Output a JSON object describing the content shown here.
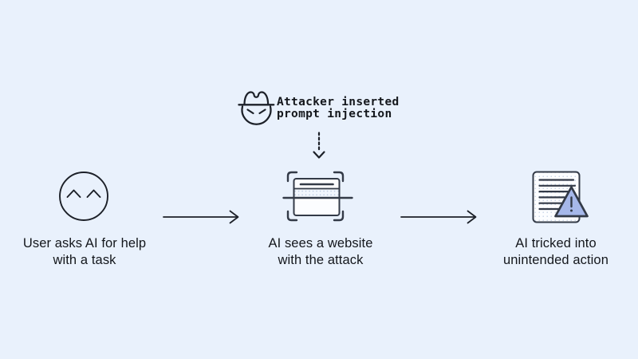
{
  "diagram": {
    "title_semantics": "prompt-injection-flow",
    "attacker": {
      "icon": "spy-hat-face-icon",
      "label": "Attacker inserted\nprompt injection",
      "connector": "dotted-arrow-down"
    },
    "steps": [
      {
        "icon": "smiley-face-icon",
        "label": "User asks AI for help\nwith a task"
      },
      {
        "icon": "website-scan-icon",
        "label": "AI sees a website\nwith the attack"
      },
      {
        "icon": "document-warning-icon",
        "label": "AI tricked into\nunintended action"
      }
    ],
    "connectors": [
      "arrow-right",
      "arrow-right"
    ]
  },
  "colors": {
    "background": "#e9f1fc",
    "ink": "#1c2028",
    "icon_stroke": "#333a47",
    "paper": "#fcfdff",
    "stipple_dot": "#b8c8e0",
    "dotted_panel": "#f1f6fd",
    "warning_triangle": "#a6b8ea",
    "text": "#14171c"
  }
}
